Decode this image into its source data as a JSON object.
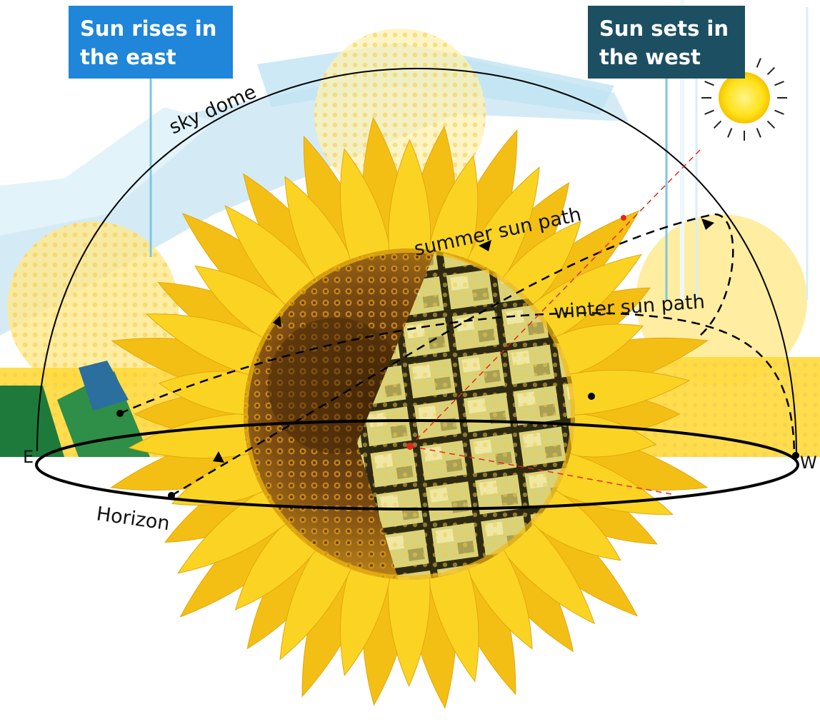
{
  "callouts": {
    "east": {
      "line1": "Sun rises in",
      "line2": "the east"
    },
    "west": {
      "line1": "Sun sets in",
      "line2": "the west"
    }
  },
  "labels": {
    "sky_dome": "sky dome",
    "summer_path": "summer sun path",
    "winter_path": "winter sun path",
    "horizon": "Horizon",
    "east_letter": "E",
    "west_letter": "W"
  },
  "colors": {
    "east_callout": "#1f86d9",
    "west_callout": "#1d4f63",
    "sunflower_petal": "#f7c61a",
    "sunflower_center": "#6b3d12",
    "sun": "#ffe21a",
    "sightline": "#e6271c"
  },
  "icons": {
    "sun": "sun-icon",
    "sunflower": "sunflower-image"
  }
}
